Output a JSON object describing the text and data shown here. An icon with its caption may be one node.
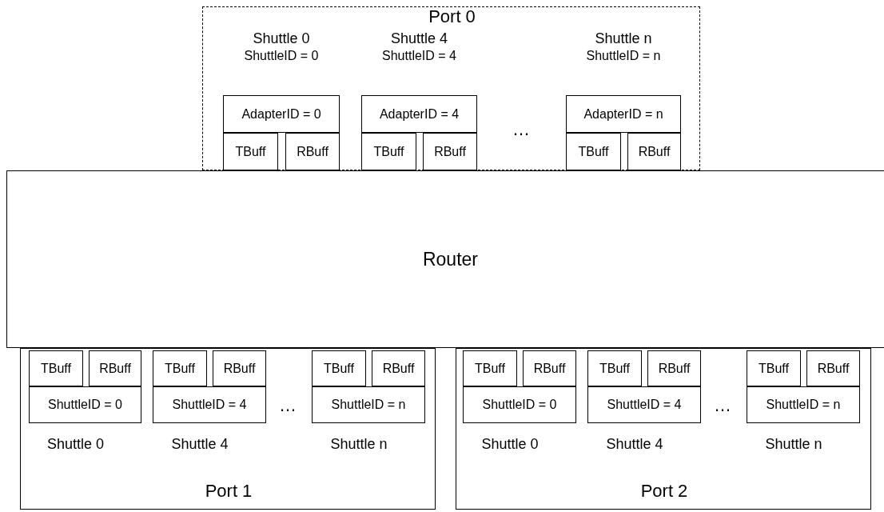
{
  "diagram": {
    "nodes": [
      {
        "text": [
          "Port 0"
        ]
      },
      {
        "text": [
          "AdapterID = 0"
        ],
        "in": 0,
        "beside": [
          "Shuttle 0",
          "ShuttleID = 0"
        ]
      },
      {
        "text": [
          "TBuff"
        ],
        "in": 0
      },
      {
        "text": [
          "RBuff"
        ],
        "in": 0
      },
      {
        "text": [
          "AdapterID = 4"
        ],
        "in": 0,
        "beside": [
          "Shuttle 4",
          "ShuttleID = 4"
        ]
      },
      {
        "text": [
          "TBuff"
        ],
        "in": 0
      },
      {
        "text": [
          "RBuff"
        ],
        "in": 0
      },
      {
        "text": [
          "AdapterID = n"
        ],
        "in": 0,
        "beside": [
          "Shuttle n",
          "ShuttleID = n"
        ]
      },
      {
        "text": [
          "TBuff"
        ],
        "in": 0
      },
      {
        "text": [
          "RBuff"
        ],
        "in": 0
      },
      {
        "text": [
          "Router"
        ]
      },
      {
        "text": [
          "Port 1"
        ]
      },
      {
        "text": [
          "TBuff"
        ],
        "in": 11
      },
      {
        "text": [
          "RBuff"
        ],
        "in": 11
      },
      {
        "text": [
          "ShuttleID = 0"
        ],
        "in": 11,
        "beside": [
          "Shuttle 0"
        ]
      },
      {
        "text": [
          "TBuff"
        ],
        "in": 11
      },
      {
        "text": [
          "RBuff"
        ],
        "in": 11
      },
      {
        "text": [
          "ShuttleID = 4"
        ],
        "in": 11,
        "beside": [
          "Shuttle 4"
        ]
      },
      {
        "text": [
          "TBuff"
        ],
        "in": 11
      },
      {
        "text": [
          "RBuff"
        ],
        "in": 11
      },
      {
        "text": [
          "ShuttleID = n"
        ],
        "in": 11,
        "beside": [
          "Shuttle n"
        ]
      },
      {
        "text": [
          "Port 2"
        ]
      },
      {
        "text": [
          "TBuff"
        ],
        "in": 21
      },
      {
        "text": [
          "RBuff"
        ],
        "in": 21
      },
      {
        "text": [
          "ShuttleID = 0"
        ],
        "in": 21,
        "beside": [
          "Shuttle 0"
        ]
      },
      {
        "text": [
          "TBuff"
        ],
        "in": 21
      },
      {
        "text": [
          "RBuff"
        ],
        "in": 21
      },
      {
        "text": [
          "ShuttleID = 4"
        ],
        "in": 21,
        "beside": [
          "Shuttle 4"
        ]
      },
      {
        "text": [
          "TBuff"
        ],
        "in": 21
      },
      {
        "text": [
          "RBuff"
        ],
        "in": 21
      },
      {
        "text": [
          "ShuttleID = n"
        ],
        "in": 21,
        "beside": [
          "Shuttle n"
        ]
      }
    ],
    "labels": [
      "…",
      "…",
      "…"
    ]
  }
}
